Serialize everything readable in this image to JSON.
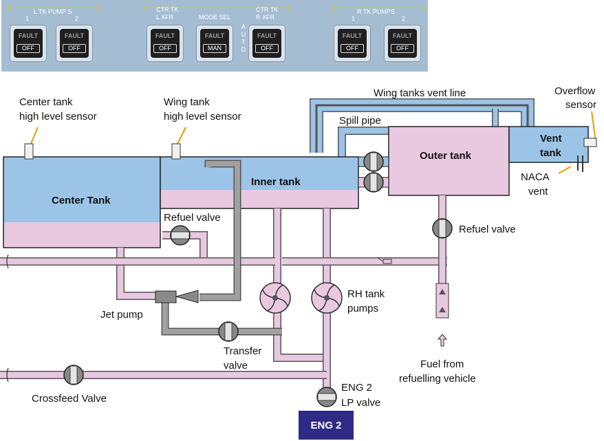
{
  "panel": {
    "groups": {
      "l_tk_pumps": "L TK PUMP S",
      "l_pump_1": "1",
      "l_pump_2": "2",
      "ctr_tk_left": "CTR TK",
      "l_xfr": "L XFR",
      "mode_sel": "MODE SEL",
      "ctr_tk_right": "CTR TK",
      "r_xfr": "R XFR",
      "r_tk_pumps": "R TK PUMPS",
      "r_pump_1": "1",
      "r_pump_2": "2",
      "auto": "AUTO"
    },
    "switches": [
      {
        "fault": "FAULT",
        "mode": "OFF"
      },
      {
        "fault": "FAULT",
        "mode": "OFF"
      },
      {
        "fault": "FAULT",
        "mode": "OFF"
      },
      {
        "fault": "FAULT",
        "mode": "MAN"
      },
      {
        "fault": "FAULT",
        "mode": "OFF"
      },
      {
        "fault": "FAULT",
        "mode": "OFF"
      },
      {
        "fault": "FAULT",
        "mode": "OFF"
      }
    ]
  },
  "diagram": {
    "labels": {
      "center_sensor_1": "Center tank",
      "center_sensor_2": "high level sensor",
      "wing_sensor_1": "Wing tank",
      "wing_sensor_2": "high level sensor",
      "vent_line": "Wing tanks vent line",
      "overflow_1": "Overflow",
      "overflow_2": "sensor",
      "spill_pipe": "Spill pipe",
      "center_tank": "Center Tank",
      "inner_tank": "Inner tank",
      "outer_tank": "Outer tank",
      "vent_tank_1": "Vent",
      "vent_tank_2": "tank",
      "naca_1": "NACA",
      "naca_2": "vent",
      "refuel_valve_left": "Refuel valve",
      "refuel_valve_right": "Refuel valve",
      "rh_pumps_1": "RH tank",
      "rh_pumps_2": "pumps",
      "jet_pump": "Jet pump",
      "transfer_1": "Transfer",
      "transfer_2": "valve",
      "fuel_from_1": "Fuel from",
      "fuel_from_2": "refuelling vehicle",
      "crossfeed": "Crossfeed Valve",
      "eng2_lp_1": "ENG 2",
      "eng2_lp_2": "LP valve",
      "engine": "ENG 2"
    }
  },
  "colors": {
    "fuel": "#e8c9e0",
    "air": "#9cc4e6",
    "gray_line": "#9a9a9a",
    "engine_box": "#2e2a86",
    "panel": "#a5bdd3",
    "panel_group": "#b7cf3c"
  }
}
